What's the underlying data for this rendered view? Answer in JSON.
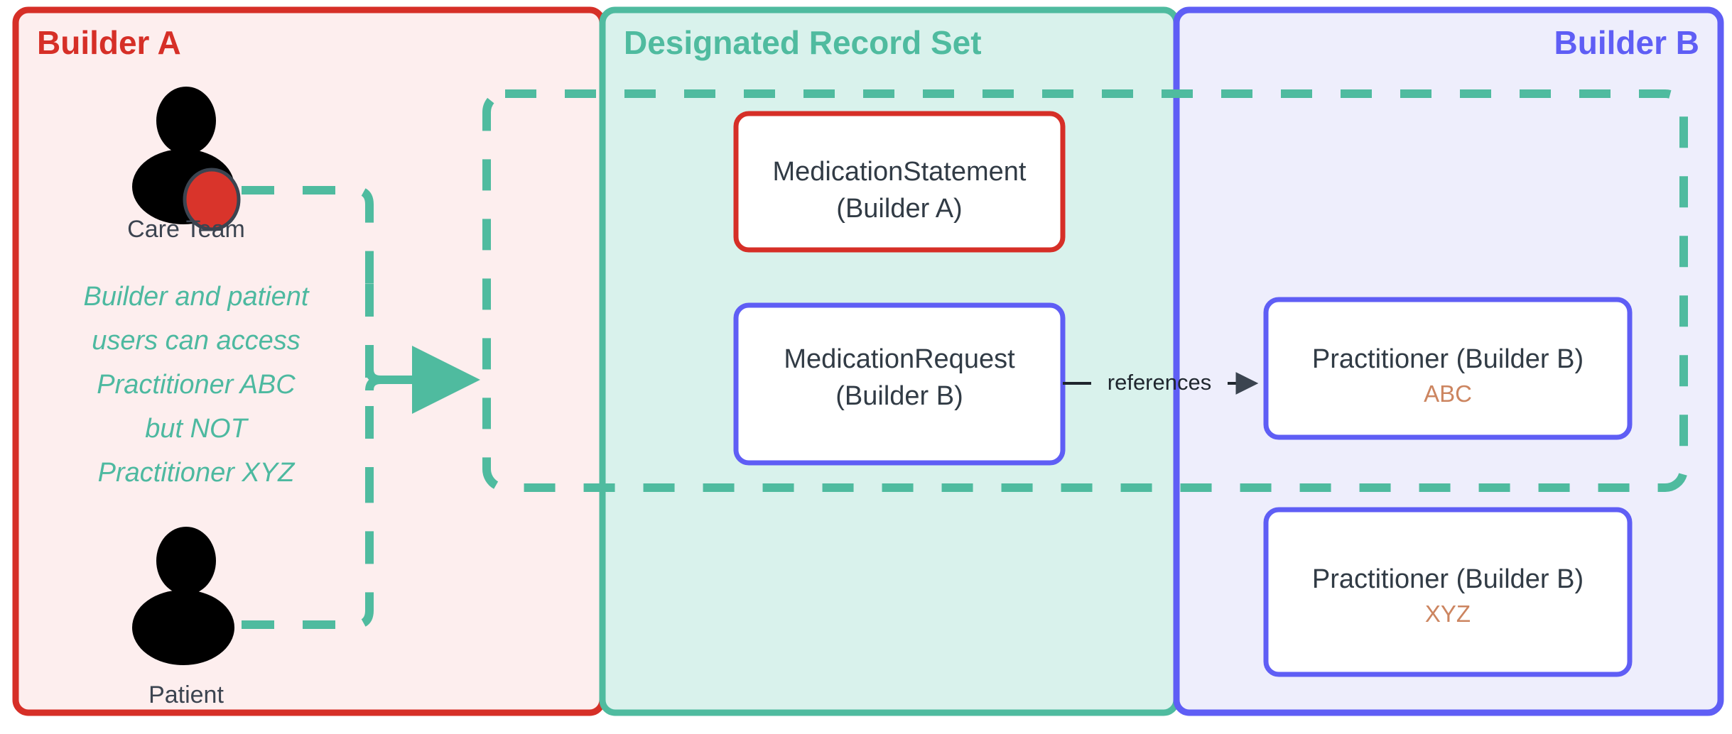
{
  "diagram": {
    "title_hidden": "",
    "colors": {
      "builder_a_border": "#d62f27",
      "builder_a_fill": "#fdeeee",
      "drs_border": "#4fbb9f",
      "drs_fill": "#d9f2ec",
      "builder_b_border": "#5f5ef5",
      "builder_b_fill": "#eeeefc",
      "teal_accent": "#4fbb9f",
      "sub_text": "#cc8560",
      "node_text": "#313b45",
      "arrow_dark": "#3b4450",
      "actor_silhouette": "#000000",
      "badge_red": "#d9342b"
    },
    "panels": [
      {
        "id": "builder-a",
        "label": "Builder A",
        "align": "left"
      },
      {
        "id": "designated-record-set",
        "label": "Designated Record Set",
        "align": "left"
      },
      {
        "id": "builder-b",
        "label": "Builder B",
        "align": "right"
      }
    ],
    "actors": [
      {
        "id": "care-team",
        "label": "Care Team",
        "icon": "person-with-badge-icon"
      },
      {
        "id": "patient",
        "label": "Patient",
        "icon": "person-icon"
      }
    ],
    "note": {
      "id": "access-note",
      "lines": [
        "Builder and patient",
        "users can access",
        "Practitioner ABC",
        "but NOT",
        "Practitioner XYZ"
      ]
    },
    "nodes": [
      {
        "id": "medication-statement",
        "line1": "MedicationStatement",
        "line2": "(Builder A)",
        "sub": "",
        "border": "#d62f27"
      },
      {
        "id": "medication-request",
        "line1": "MedicationRequest",
        "line2": "(Builder B)",
        "sub": "",
        "border": "#5f5ef5"
      },
      {
        "id": "practitioner-abc",
        "line1": "Practitioner (Builder B)",
        "line2": "",
        "sub": "ABC",
        "border": "#5f5ef5"
      },
      {
        "id": "practitioner-xyz",
        "line1": "Practitioner (Builder B)",
        "line2": "",
        "sub": "XYZ",
        "border": "#5f5ef5"
      }
    ],
    "edges": [
      {
        "id": "references-edge",
        "label": "references",
        "from": "medication-request",
        "to": "practitioner-abc"
      },
      {
        "id": "access-edge",
        "label": "",
        "from": "users",
        "to": "accessible-scope"
      }
    ],
    "scope_box": {
      "id": "accessible-scope",
      "label": ""
    }
  }
}
